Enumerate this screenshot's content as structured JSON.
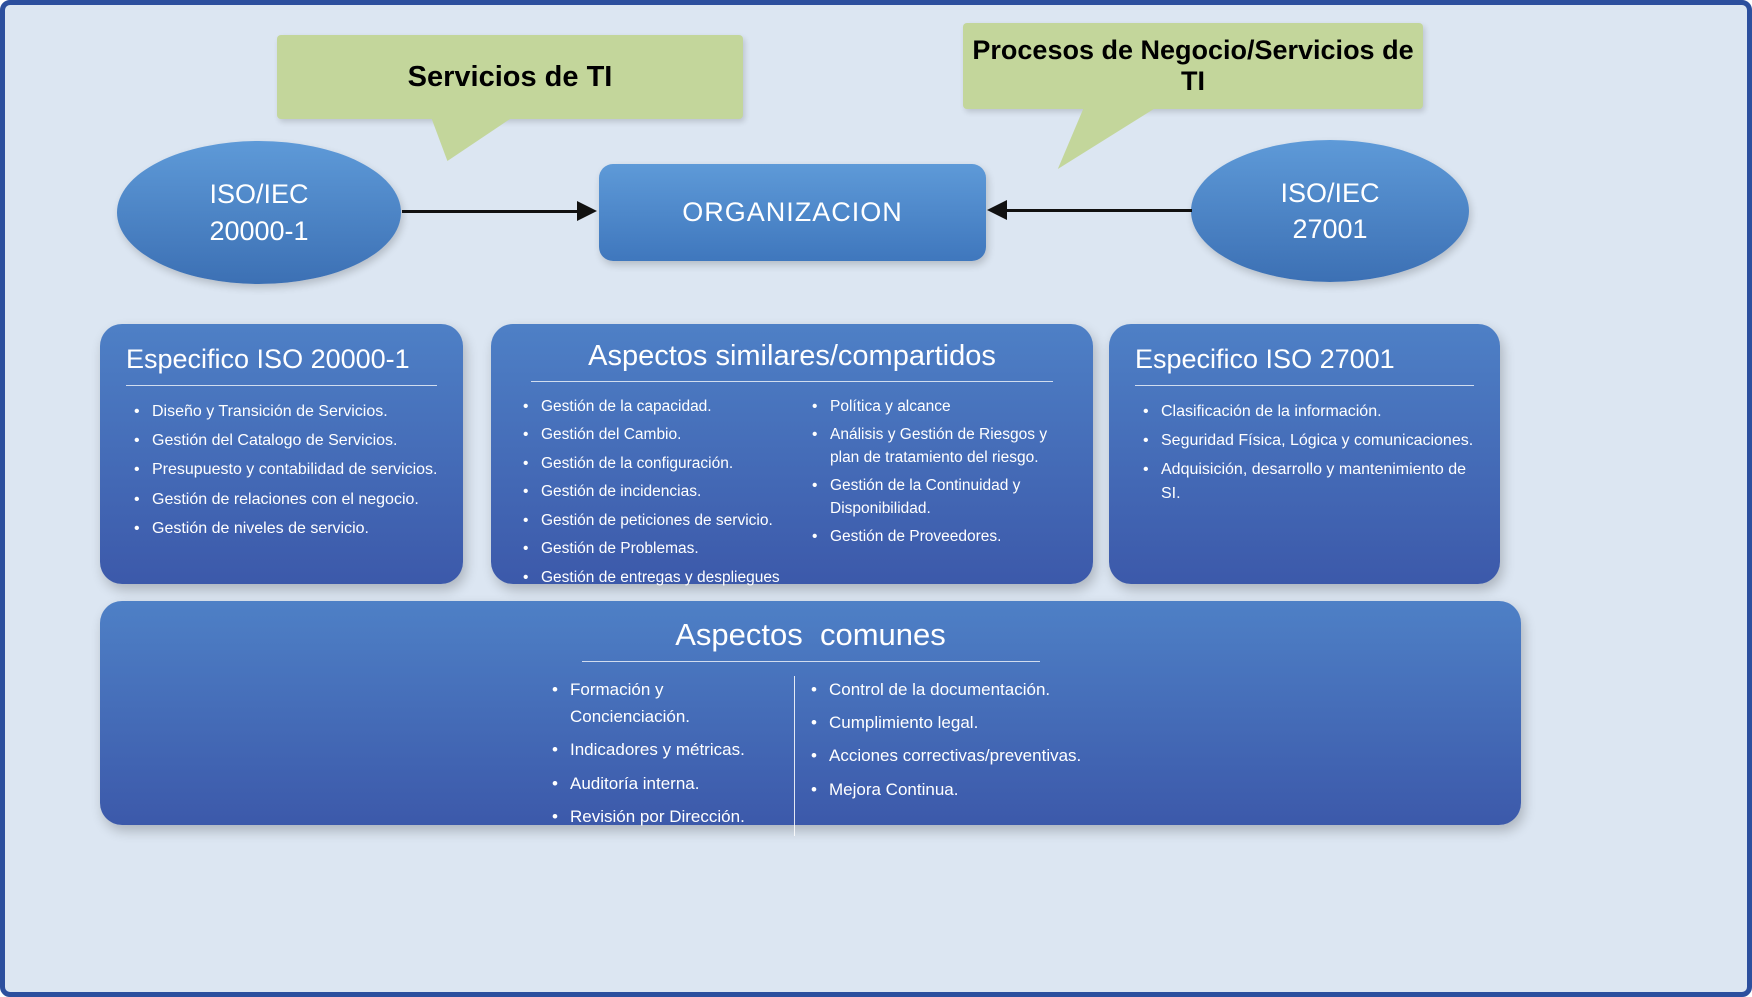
{
  "colors": {
    "background": "#dce6f2",
    "border_blue": "#2c4f9e",
    "callout_green": "#c3d69b",
    "node_blue": "#4a86c8",
    "panel_blue": "#4472c4",
    "arrow_black": "#111111",
    "text_white": "#ffffff"
  },
  "callouts": {
    "servicios": "Servicios de TI",
    "procesos": "Procesos de Negocio/Servicios de TI"
  },
  "nodes": {
    "iso20000": {
      "line1": "ISO/IEC",
      "line2": "20000-1"
    },
    "organizacion": "ORGANIZACION",
    "iso27001": {
      "line1": "ISO/IEC",
      "line2": "27001"
    }
  },
  "panels": {
    "iso20000": {
      "title": "Especifico ISO 20000-1",
      "items": [
        "Diseño y Transición de Servicios.",
        "Gestión del Catalogo de Servicios.",
        "Presupuesto y contabilidad de servicios.",
        "Gestión de relaciones con el negocio.",
        "Gestión de niveles de servicio."
      ]
    },
    "shared": {
      "title": "Aspectos similares/compartidos",
      "items_left": [
        "Gestión de la capacidad.",
        "Gestión del Cambio.",
        "Gestión de la configuración.",
        "Gestión de incidencias.",
        "Gestión de peticiones de servicio.",
        "Gestión de Problemas.",
        "Gestión de entregas y despliegues"
      ],
      "items_right": [
        "Política y alcance",
        "Análisis y Gestión de Riesgos y plan de tratamiento del riesgo.",
        "Gestión de la Continuidad y Disponibilidad.",
        "Gestión de Proveedores."
      ]
    },
    "iso27001": {
      "title": "Especifico ISO 27001",
      "items": [
        "Clasificación de la información.",
        "Seguridad Física, Lógica y comunicaciones.",
        "Adquisición, desarrollo y mantenimiento de SI."
      ]
    },
    "common": {
      "title": "Aspectos  comunes",
      "items_left": [
        "Formación y Concienciación.",
        "Indicadores y métricas.",
        "Auditoría interna.",
        "Revisión por Dirección."
      ],
      "items_right": [
        "Control de la documentación.",
        "Cumplimiento legal.",
        "Acciones correctivas/preventivas.",
        "Mejora Continua."
      ]
    }
  }
}
